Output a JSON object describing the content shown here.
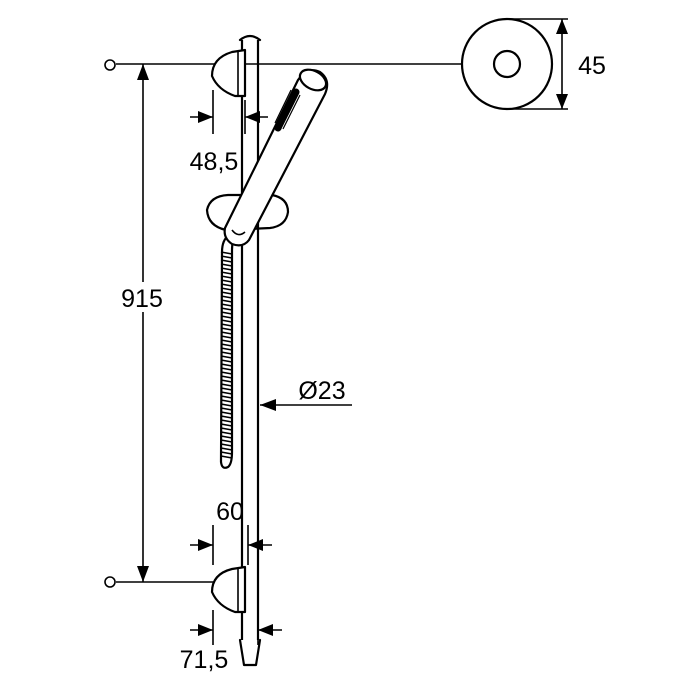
{
  "dimensions": {
    "height_total": "915",
    "wall_offset_top": "48,5",
    "rosette_diameter": "45",
    "rod_diameter": "Ø23",
    "wall_offset_bottom_holder": "60",
    "wall_offset_bottom": "71,5"
  }
}
